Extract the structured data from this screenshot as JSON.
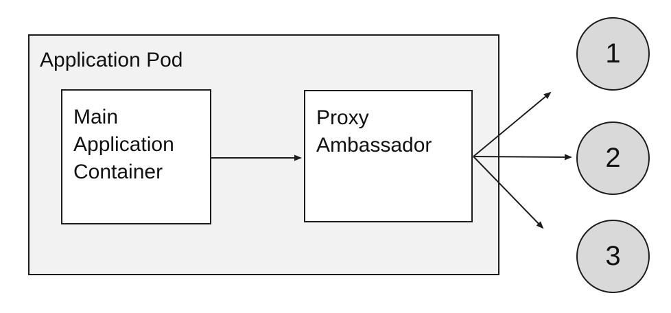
{
  "diagram": {
    "pod_label": "Application Pod",
    "nodes": [
      {
        "id": "main-application-container",
        "label": "Main Application Container"
      },
      {
        "id": "proxy-ambassador",
        "label": "Proxy Ambassador"
      }
    ],
    "endpoints": [
      {
        "label": "1"
      },
      {
        "label": "2"
      },
      {
        "label": "3"
      }
    ],
    "connections": [
      {
        "from": "main-application-container",
        "to": "proxy-ambassador"
      },
      {
        "from": "proxy-ambassador",
        "to": "endpoint-1"
      },
      {
        "from": "proxy-ambassador",
        "to": "endpoint-2"
      },
      {
        "from": "proxy-ambassador",
        "to": "endpoint-3"
      }
    ],
    "colors": {
      "canvas-bg": "#ffffff",
      "pod-fill": "#f2f2f2",
      "node-fill": "#ffffff",
      "endpoint-fill": "#d9d9d9",
      "line": "#1c1c1c"
    }
  }
}
